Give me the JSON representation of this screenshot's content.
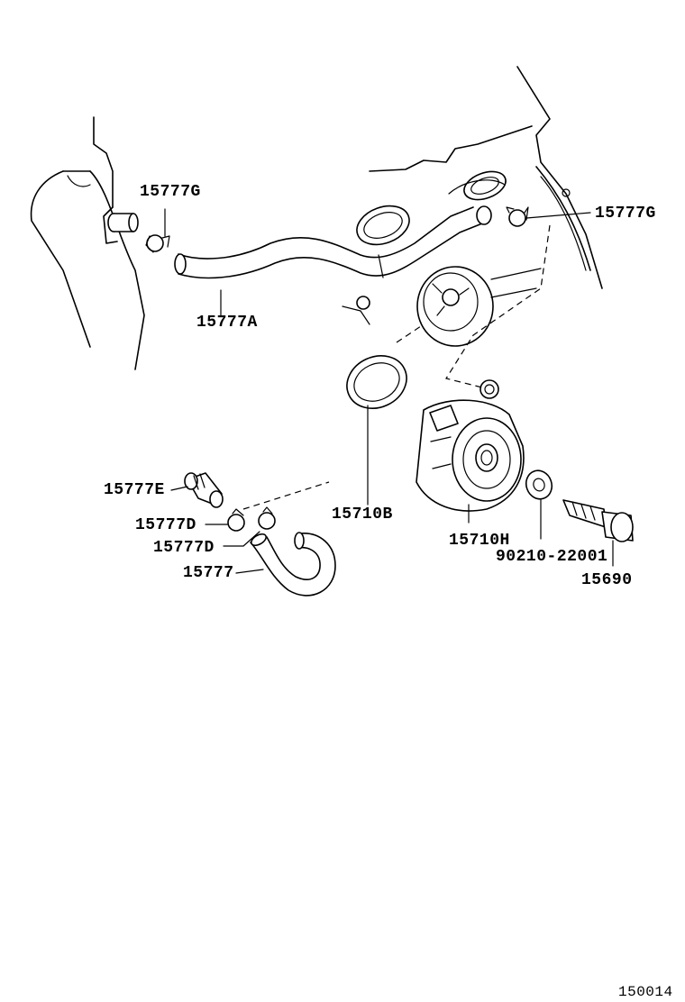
{
  "labels": {
    "p15777G_left": "15777G",
    "p15777G_right": "15777G",
    "p15777A": "15777A",
    "p15710B": "15710B",
    "p15710H": "15710H",
    "p15777E": "15777E",
    "p15777D_a": "15777D",
    "p15777D_b": "15777D",
    "p15777": "15777",
    "p90210": "90210-22001",
    "p15690": "15690"
  },
  "figure_number": "150014"
}
